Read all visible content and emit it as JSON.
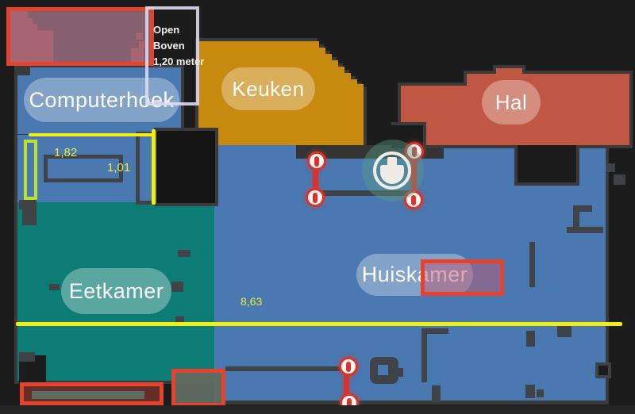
{
  "rooms": [
    {
      "name": "Computerhoek",
      "color": "#4a78b0"
    },
    {
      "name": "Keuken",
      "color": "#c8890f"
    },
    {
      "name": "Hal",
      "color": "#c05742"
    },
    {
      "name": "Eetkamer",
      "color": "#0d7c75"
    },
    {
      "name": "Huiskamer",
      "color": "#4a78b0"
    }
  ],
  "measurements": {
    "top_left_width": "1,82",
    "doorway_depth": "1,01",
    "room_width": "8,63"
  },
  "ceiling_note": {
    "line1": "Open",
    "line2": "Boven",
    "line3": "1,20 meter"
  },
  "colors": {
    "background": "#1d1c1c",
    "walls": "#3a3a3a",
    "no_go_zone_red": "#e6432e",
    "virtual_wall_red": "#d9332e",
    "measure_yellow": "#f0ee12",
    "measure_text_yellow": "#e9ea3e",
    "measure_box_yellowgreen": "#bce32b",
    "note_box_white": "#ddd9ee",
    "room_blue": "#4a78b0",
    "room_teal": "#0d7c75",
    "room_orange": "#c8890f",
    "room_terracotta": "#c05742"
  },
  "icons": {
    "robot": "robot-vacuum-icon",
    "wall_endpoint": "no-entry-pin-icon"
  }
}
